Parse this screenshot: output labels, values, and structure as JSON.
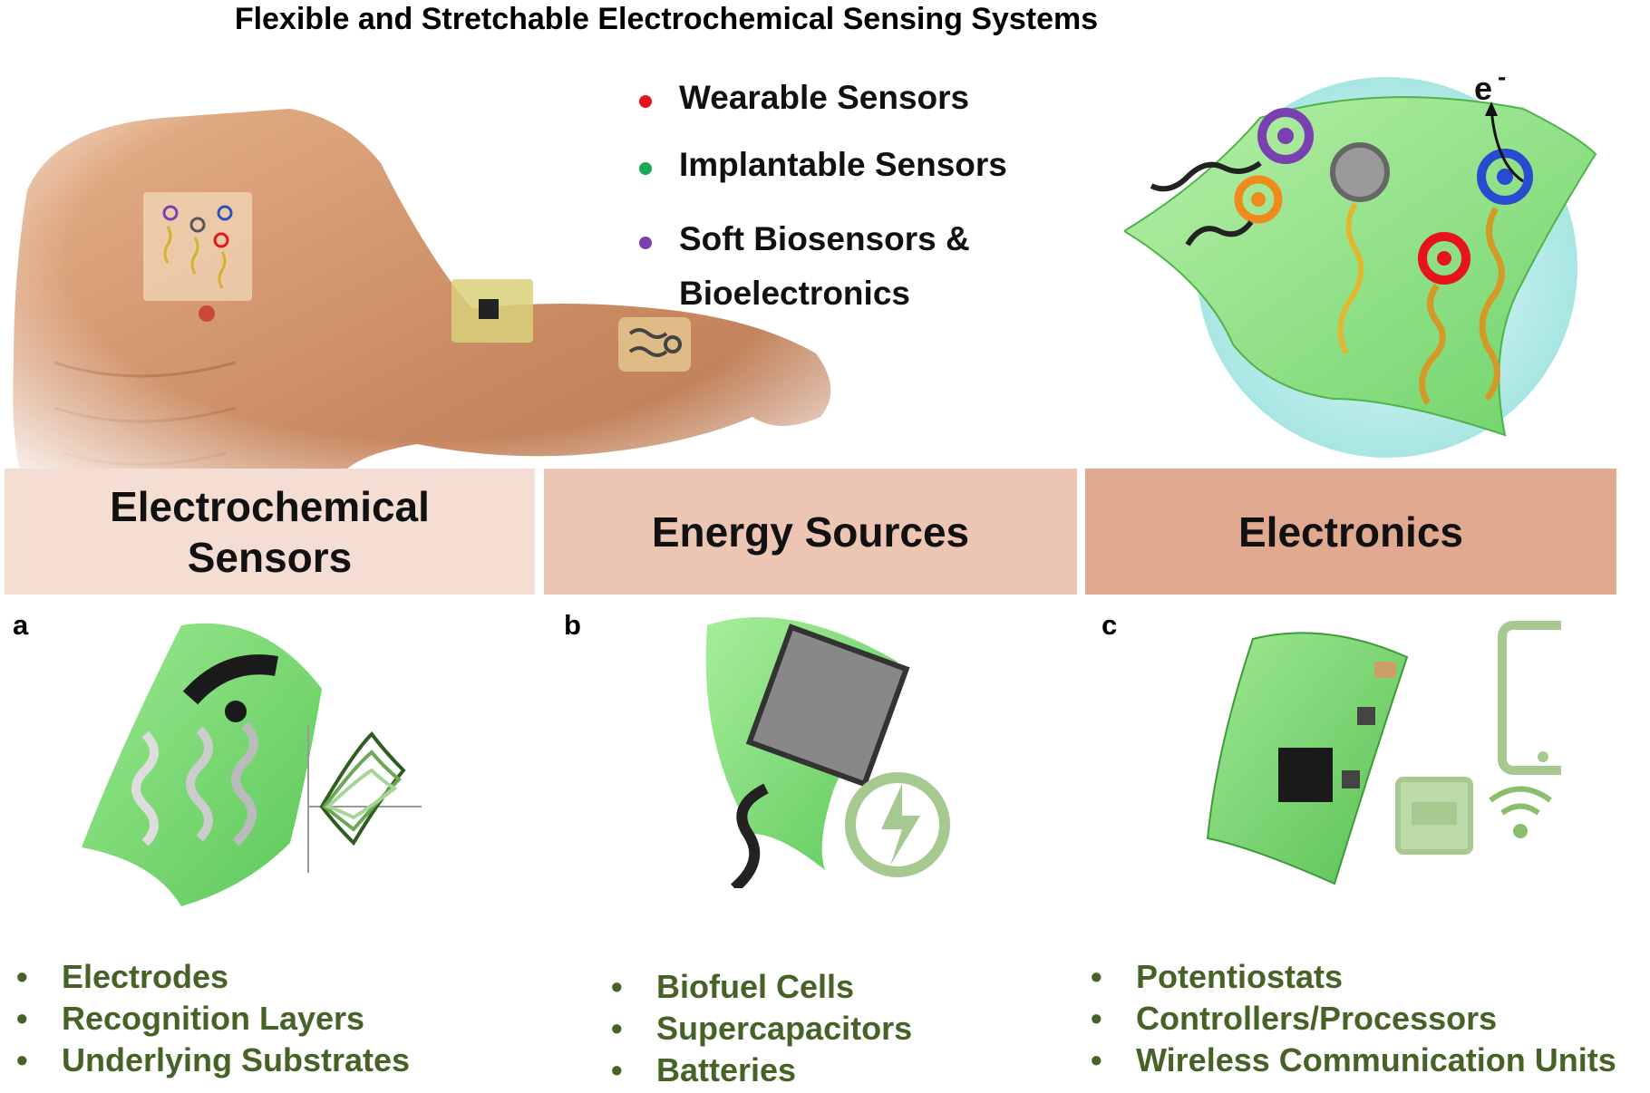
{
  "title": "Flexible and Stretchable Electrochemical Sensing Systems",
  "legend": [
    {
      "label": "Wearable Sensors",
      "color": "#e8141c"
    },
    {
      "label": "Implantable Sensors",
      "color": "#17a85a"
    },
    {
      "label": "Soft Biosensors &",
      "label2": "Bioelectronics",
      "color": "#7a3fb0"
    }
  ],
  "electron_label": "e",
  "electron_sup": "-",
  "sections": [
    {
      "heading_line1": "Electrochemical",
      "heading_line2": "Sensors",
      "color": "#f4ddd2",
      "letter": "a",
      "bullets": [
        "Electrodes",
        "Recognition Layers",
        "Underlying Substrates"
      ]
    },
    {
      "heading_line1": "Energy Sources",
      "color": "#ecc5b3",
      "letter": "b",
      "bullets": [
        "Biofuel Cells",
        "Supercapacitors",
        "Batteries"
      ]
    },
    {
      "heading_line1": "Electronics",
      "color": "#e2a991",
      "letter": "c",
      "bullets": [
        "Potentiostats",
        "Controllers/Processors",
        "Wireless Communication Units"
      ]
    }
  ],
  "bullet_glyph": "•",
  "colors": {
    "bullet_text": "#466226",
    "film_green": "#8fe08a",
    "icon_green": "#a5c98f"
  }
}
